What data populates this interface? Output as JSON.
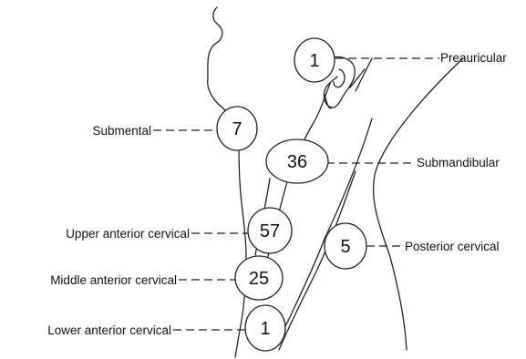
{
  "lymph_nodes": [
    {
      "id": "preauricular",
      "label": "Preauricular",
      "count": "1"
    },
    {
      "id": "submental",
      "label": "Submental",
      "count": "7"
    },
    {
      "id": "submandibular",
      "label": "Submandibular",
      "count": "36"
    },
    {
      "id": "upper-anterior-cervical",
      "label": "Upper anterior cervical",
      "count": "57"
    },
    {
      "id": "posterior-cervical",
      "label": "Posterior cervical",
      "count": "5"
    },
    {
      "id": "middle-anterior-cervical",
      "label": "Middle anterior cervical",
      "count": "25"
    },
    {
      "id": "lower-anterior-cervical",
      "label": "Lower anterior cervical",
      "count": "1"
    }
  ]
}
